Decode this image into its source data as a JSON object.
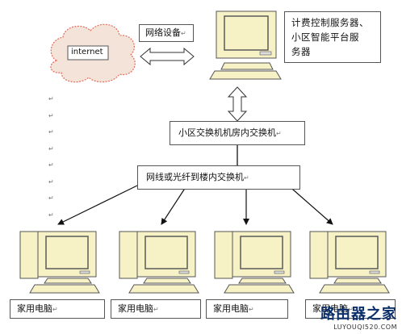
{
  "internet_label": "internet",
  "network_device_label": "网络设备",
  "server_label_lines": [
    "计费控制服务器、",
    "小区智能平台服",
    "务器"
  ],
  "core_switch_label": "小区交换机机房内交换机",
  "building_switch_label": "网线或光纤到楼内交换机",
  "home_pc_labels": [
    "家用电脑",
    "家用电脑",
    "家用电脑",
    "家用电脑"
  ],
  "paragraph_mark": "↵",
  "watermark": {
    "main": "路由器之家",
    "sub": "LUYOUQI520.COM"
  },
  "colors": {
    "monitor_body": "#f7f1c6",
    "screen_edge": "#5a5a5a",
    "arrow": "#111111",
    "cloud_fill": "#f3e3d9",
    "cloud_edge": "#e46b5a"
  }
}
